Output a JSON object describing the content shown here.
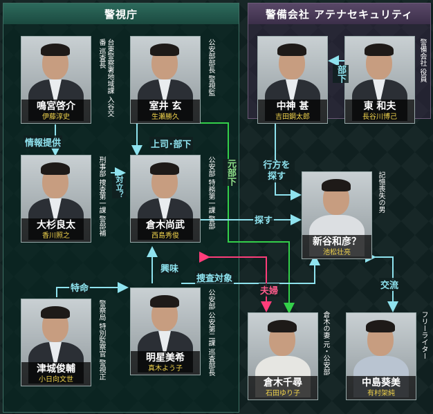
{
  "groups": {
    "police": "警視庁",
    "athena": "警備会社 アテナセキュリティ"
  },
  "people": {
    "narumiya": {
      "name": "鳴宮啓介",
      "actor": "伊藤淳史",
      "role": "台東警察署地域課 入谷交番 巡査長"
    },
    "muroi": {
      "name": "室井 玄",
      "actor": "生瀬勝久",
      "role": "公安部部長 警視監"
    },
    "osugi": {
      "name": "大杉良太",
      "actor": "香川照之",
      "role": "刑事部 捜査第一課 警部補"
    },
    "kuraki": {
      "name": "倉木尚武",
      "actor": "西島秀俊",
      "role": "公安部 特務第一課 警部"
    },
    "tsushiro": {
      "name": "津城俊輔",
      "actor": "小日向文世",
      "role": "警察局 特別監察官 警視正"
    },
    "akeboshi": {
      "name": "明星美希",
      "actor": "真木よう子",
      "role": "公安部 公安第二課 巡査部長"
    },
    "nakagami": {
      "name": "中神 甚",
      "actor": "吉田鋼太郎",
      "role": ""
    },
    "azuma": {
      "name": "東 和夫",
      "actor": "長谷川博己",
      "role": "警備会社 役員"
    },
    "niiya": {
      "name": "新谷和彦？",
      "actor": "池松壮亮",
      "role": "記憶喪失の男"
    },
    "chihiro": {
      "name": "倉木千尋",
      "actor": "石田ゆり子",
      "role": "倉木の妻 元・公安部"
    },
    "nakajima": {
      "name": "中島葵美",
      "actor": "有村架純",
      "role": "フリーライター"
    }
  },
  "relations": {
    "joho": "情報提供",
    "joshi": "上司･部下",
    "tairitsu": "対立？",
    "motobuka": "元部下",
    "buka": "部下",
    "yukue": "行方を探す",
    "sagasu": "探す",
    "kyomi": "興味",
    "sosa": "捜査対象",
    "fufu": "夫婦",
    "tokumei": "特命",
    "koryu": "交流"
  },
  "colors": {
    "cyan": "#8fe3ef",
    "green": "#34d04a",
    "pink": "#ff3d7a"
  }
}
